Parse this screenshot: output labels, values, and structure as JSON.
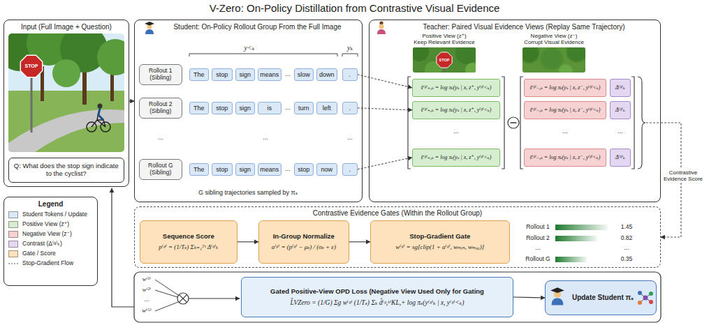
{
  "diagram": {
    "title": "V-Zero: On-Policy Distillation from Contrastive Visual Evidence",
    "nodes": [
      {
        "text": [
          "Input (Full Image + Question)"
        ]
      },
      {
        "text": [
          "Q: What does the stop sign indicate to the cyclist?"
        ],
        "in": 0
      },
      {
        "text": [
          "Student: On-Policy Rollout Group From the Full Image"
        ]
      },
      {
        "text": [
          "Rollout 1 (Sibling)"
        ],
        "in": 2
      },
      {
        "text": [
          "The"
        ],
        "in": 2
      },
      {
        "text": [
          "stop"
        ],
        "in": 2
      },
      {
        "text": [
          "sign"
        ],
        "in": 2
      },
      {
        "text": [
          "means"
        ],
        "in": 2
      },
      {
        "text": [
          "slow"
        ],
        "in": 2
      },
      {
        "text": [
          "down"
        ],
        "in": 2
      },
      {
        "text": [
          "."
        ],
        "in": 2
      },
      {
        "text": [
          "Rollout 2 (Sibling)"
        ],
        "in": 2
      },
      {
        "text": [
          "The"
        ],
        "in": 2
      },
      {
        "text": [
          "stop"
        ],
        "in": 2
      },
      {
        "text": [
          "sign"
        ],
        "in": 2
      },
      {
        "text": [
          "is"
        ],
        "in": 2
      },
      {
        "text": [
          "turn"
        ],
        "in": 2
      },
      {
        "text": [
          "left"
        ],
        "in": 2
      },
      {
        "text": [
          "."
        ],
        "in": 2
      },
      {
        "text": [
          "Rollout G (Sibling)"
        ],
        "in": 2
      },
      {
        "text": [
          "The"
        ],
        "in": 2
      },
      {
        "text": [
          "stop"
        ],
        "in": 2
      },
      {
        "text": [
          "sign"
        ],
        "in": 2
      },
      {
        "text": [
          "means"
        ],
        "in": 2
      },
      {
        "text": [
          "stop"
        ],
        "in": 2
      },
      {
        "text": [
          "now"
        ],
        "in": 2
      },
      {
        "text": [
          "."
        ],
        "in": 2
      },
      {
        "text": [
          "Teacher: Paired Visual Evidence Views (Replay Same Trajectory)"
        ]
      },
      {
        "text": [
          "ℓ⁽ᵍ⁾₊,ₖ = log πₜ(yₖ | x, z⁺, y⁽ᵍ⁾<ₖ)"
        ],
        "in": 27
      },
      {
        "text": [
          "ℓ⁽ᵍ⁾₊,ₖ = log πₜ(yₖ | x, z⁺, y⁽ᵍ⁾<ₖ)"
        ],
        "in": 27
      },
      {
        "text": [
          "ℓ⁽ᵍ⁾₊,ₖ = log πₜ(yₖ | x, z⁺, y⁽ᵍ⁾<ₖ)"
        ],
        "in": 27
      },
      {
        "text": [
          "ℓ⁽ᵍ⁾₋,ₖ = log πₜ(yₖ | x, z⁻, y⁽ᵍ⁾<ₖ)"
        ],
        "in": 27
      },
      {
        "text": [
          "ℓ⁽ᵍ⁾₋,ₖ = log πₜ(yₖ | x, z⁻, y⁽ᵍ⁾<ₖ)"
        ],
        "in": 27
      },
      {
        "text": [
          "ℓ⁽ᵍ⁾₋,ₖ = log πₜ(yₖ | x, z⁻, y⁽ᵍ⁾<ₖ)"
        ],
        "in": 27
      },
      {
        "text": [
          "Δ⁽ᵍ⁾ₖ"
        ],
        "in": 27
      },
      {
        "text": [
          "Δ⁽ᵍ⁾ₖ"
        ],
        "in": 27
      },
      {
        "text": [
          "Δ⁽ᵍ⁾ₖ"
        ],
        "in": 27
      },
      {
        "text": [
          "Contrastive Evidence Gates (Within the Rollout Group)"
        ]
      },
      {
        "text": [
          "Sequence Score",
          "p⁽ᵍ⁾ = (1/Tₛ) Σₖ₌₁ᵀˢ Δ⁽ᵍ⁾ₖ"
        ],
        "in": 37
      },
      {
        "text": [
          "In-Group Normalize",
          "a⁽ᵍ⁾ = (p⁽ᵍ⁾ − μₛ) / (σₛ + ε)"
        ],
        "in": 37
      },
      {
        "text": [
          "Stop-Gradient Gate",
          "w⁽ᵍ⁾ = sg[clip(1 + a⁽ᵍ⁾, wₘᵢₙ, wₘₐₓ)]"
        ],
        "in": 37
      },
      {
        "text": [
          "Legend"
        ]
      },
      {
        "text": [
          "Gated Positive-View OPD Loss (Negative View Used Only for Gating",
          "L̃VZero = (1/G) Σg w⁽ᵍ⁾ (1/Tₛ) Σₖ d̂⁽ᵍ,ᵏ⁾KL,+ log πₛ(y⁽ᵍ⁾ₖ | x, y⁽ᵍ⁾<ₖ)"
        ]
      },
      {
        "text": [
          "Update Student πₛ"
        ]
      }
    ],
    "edges": [
      {
        "from": 0,
        "to": 2,
        "arrow": "to"
      },
      {
        "from": 10,
        "to": 28,
        "arrow": "to"
      },
      {
        "from": 18,
        "to": 29,
        "arrow": "to"
      },
      {
        "from": 26,
        "to": 30,
        "arrow": "to"
      },
      {
        "from": 27,
        "to": 37,
        "label": "Contrastive Evidence Score",
        "arrow": "to"
      },
      {
        "from": 38,
        "to": 39,
        "arrow": "to"
      },
      {
        "from": 39,
        "to": 40,
        "arrow": "to"
      },
      {
        "from": 42,
        "to": 43,
        "arrow": "to"
      }
    ],
    "labels": [
      "y<ₖ",
      "yₖ",
      "...",
      "...",
      "...",
      "...",
      "...",
      "...",
      "G sibling trajectories sampled by πₛ",
      "Positive View (z⁺)",
      "Keep Relevant Evidence",
      "Negative View (z⁻)",
      "Corrupt Visual Evidence",
      "...",
      "...",
      "...",
      "Rollout 1",
      "1.45",
      "Rollout 2",
      "0.82",
      "...",
      "...",
      "Rollout G",
      "0.35",
      "w⁽¹⁾",
      "w⁽²⁾",
      "...",
      "w⁽ᴳ⁾",
      "STOP",
      "STOP"
    ],
    "legend": [
      {
        "text": "Student Tokens / Update",
        "color": "#dbe8f8"
      },
      {
        "text": "Positive View (z⁺)",
        "color": "#d6edd0"
      },
      {
        "text": "Negative View (z⁻)",
        "color": "#f6d2d2"
      },
      {
        "text": "Contrast (Δ⁽ᵍ⁾ₖ)",
        "color": "#e3d7f1"
      },
      {
        "text": "Gate / Score",
        "color": "#fde2bd"
      },
      {
        "text": "Stop-Gradient Flow"
      }
    ]
  }
}
